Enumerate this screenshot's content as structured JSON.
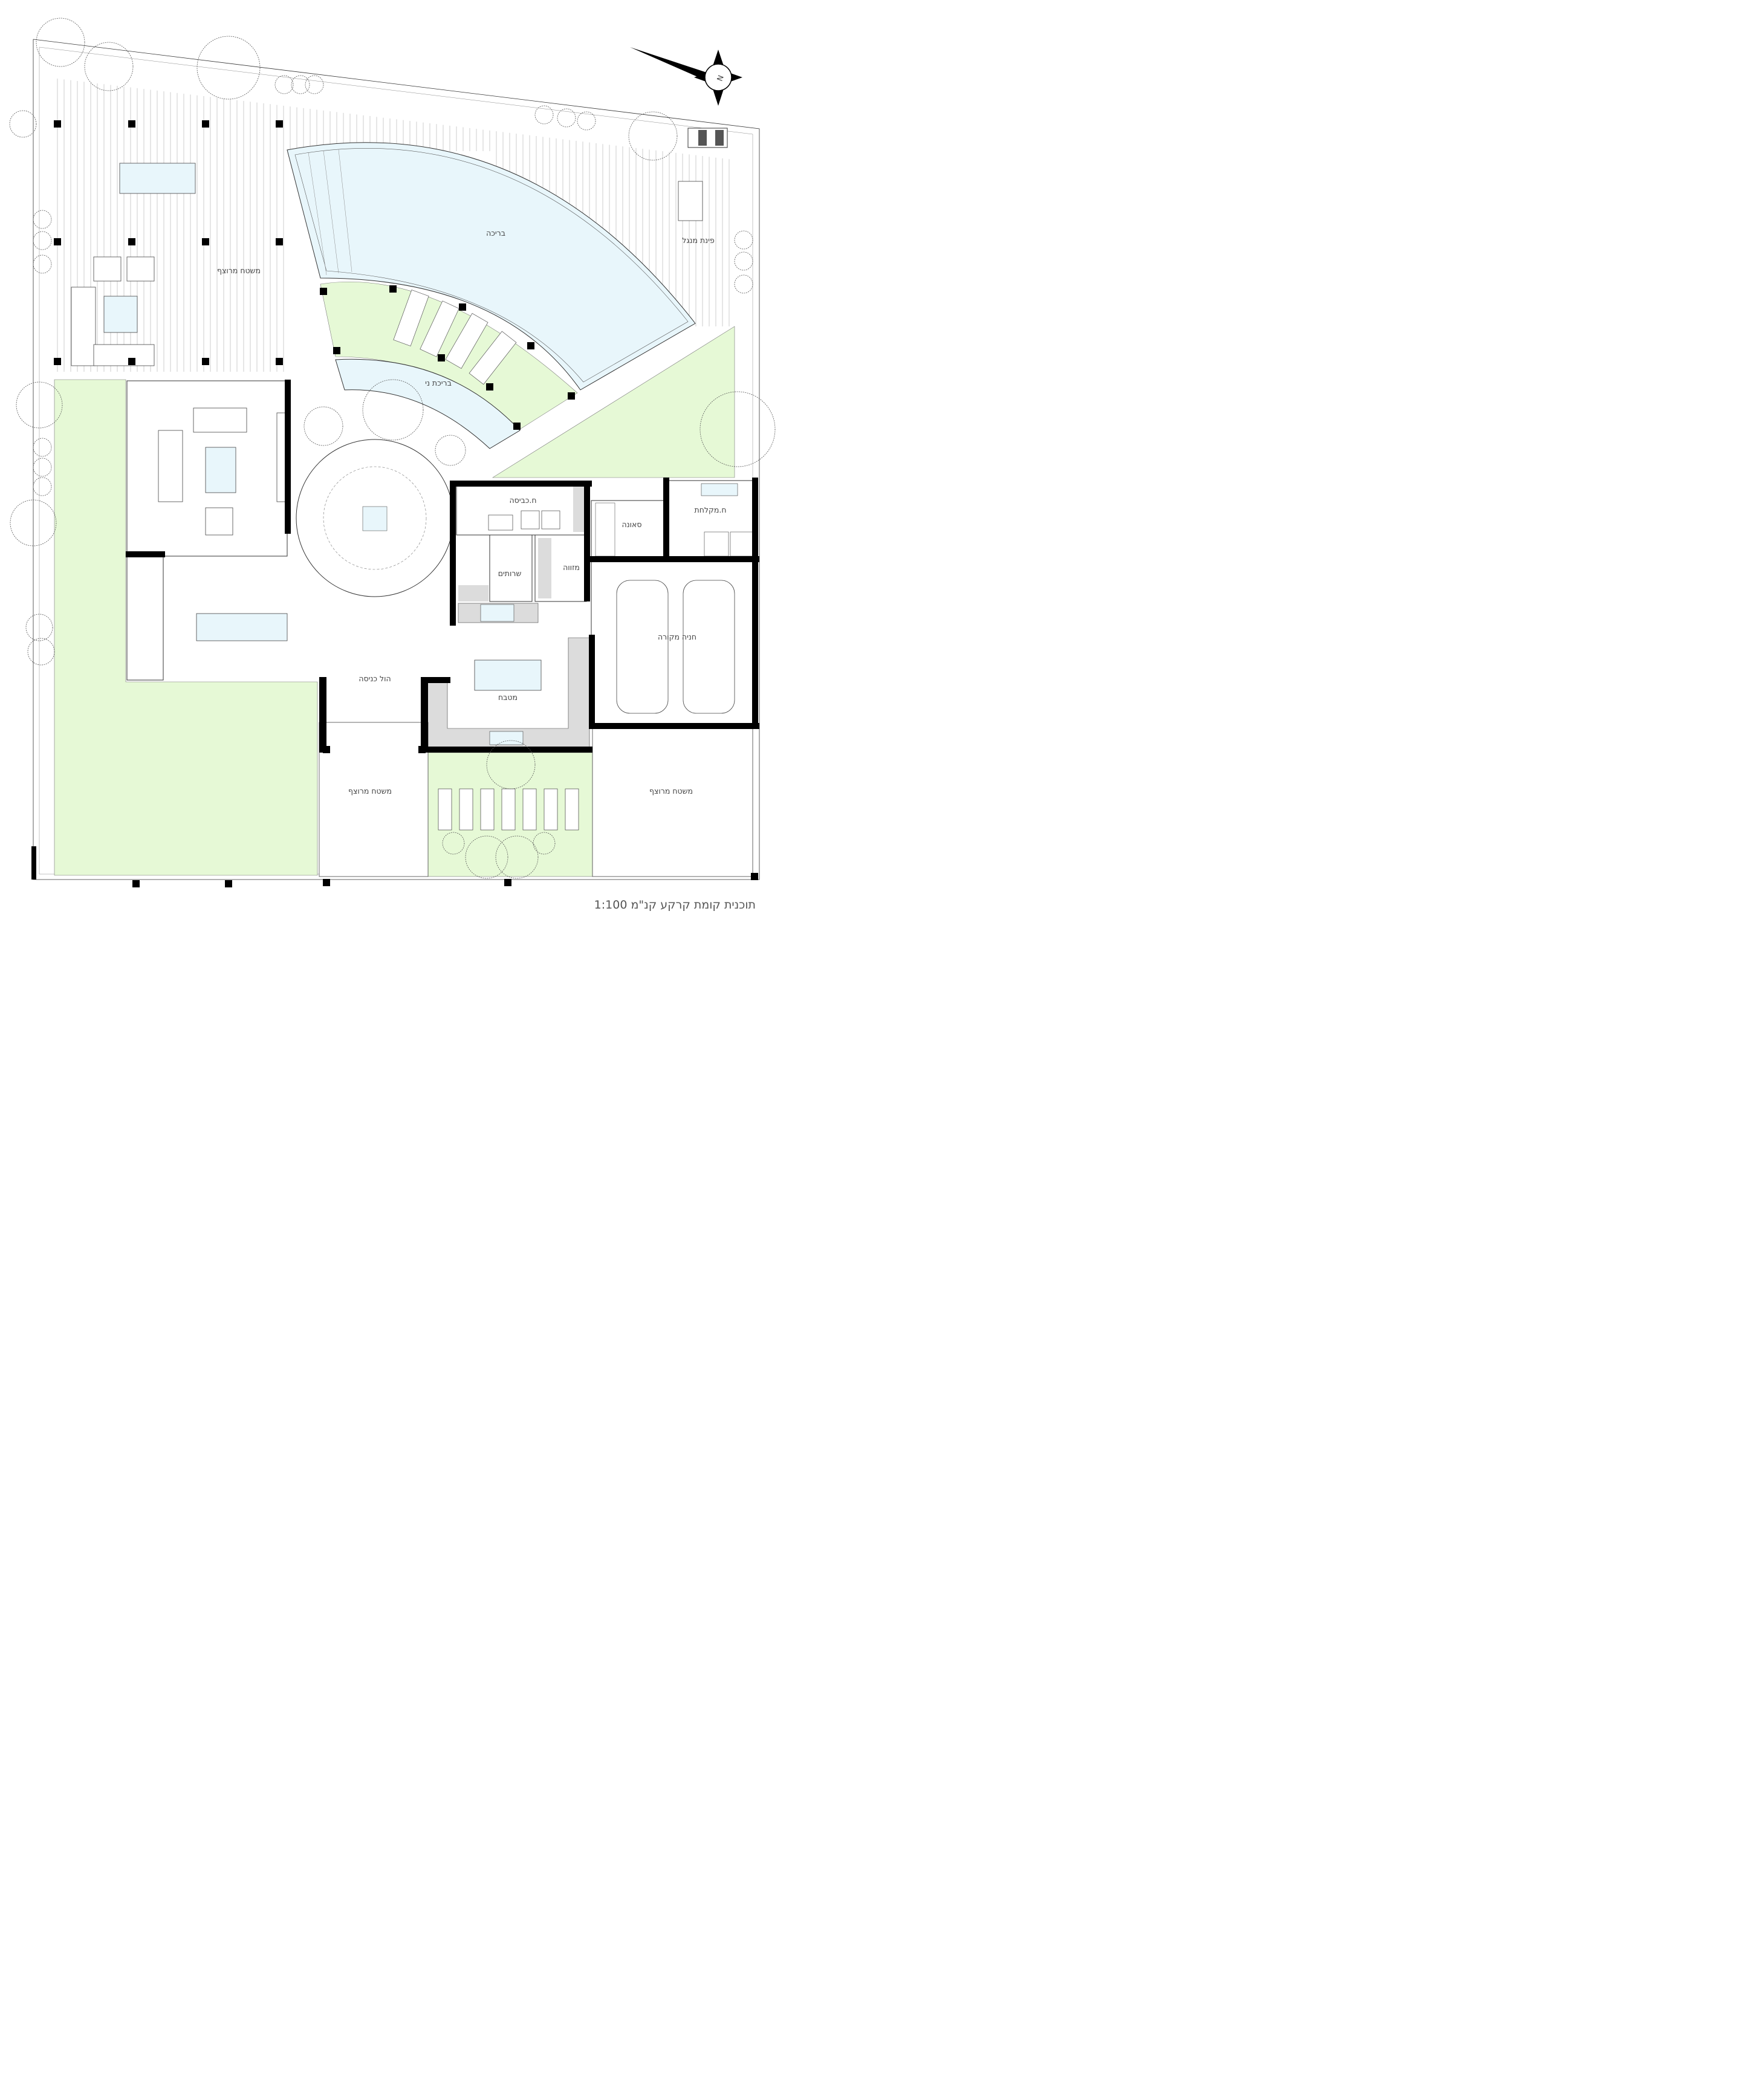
{
  "title": "תוכנית קומת קרקע   קנ\"מ 1:100",
  "labels": {
    "pool": "בריכה",
    "wading_pool": "בריכת ני",
    "bbq_area": "פינת מנגל",
    "paved_terrace_top": "משטח מרוצף",
    "paved_terrace_bottom_left": "משטח מרוצף",
    "paved_terrace_bottom_right": "משטח מרוצף",
    "laundry": "ח.כביסה",
    "sauna": "סאונה",
    "shower_room": "ח.מקלחת",
    "guest_toilet": "שרותים",
    "shelter": "מזווה",
    "parking": "חניה מקורה",
    "entrance_hall": "הול כניסה",
    "kitchen": "מטבח"
  },
  "compass": {
    "letter": "N"
  },
  "colors": {
    "lawn": "#e6f9d6",
    "water": "#e8f6fb",
    "wall": "#000000",
    "fixture": "#dcdcdc"
  }
}
